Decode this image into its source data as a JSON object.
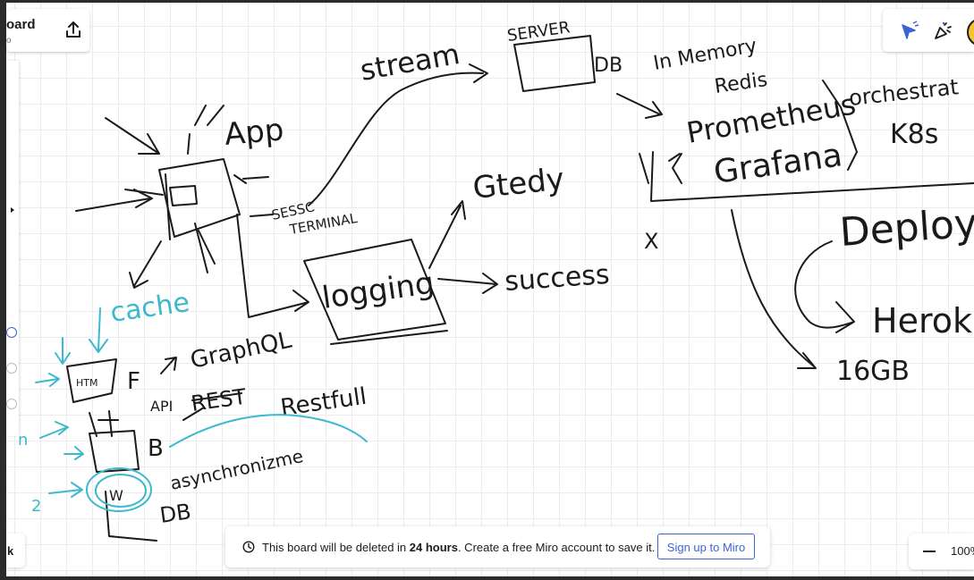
{
  "board": {
    "title": "oard",
    "subtitle": "o"
  },
  "notice": {
    "text_before": "This board will be deleted in ",
    "text_bold": "24 hours",
    "text_after": ". Create a free Miro account to save it.",
    "signup_label": "Sign up to Miro"
  },
  "zoom": {
    "value": "100%"
  },
  "bottom_left": {
    "label": "k"
  },
  "canvas": {
    "handwriting": [
      "stream",
      "SERVER",
      "DB",
      "In Memory",
      "Redis",
      "App",
      "SESSC",
      "TERMINAL",
      "Prometheus",
      "Grafana",
      "orchestrat",
      "K8s",
      "Gtedy",
      "logging",
      "success",
      "X",
      "Deploy",
      "Heroku",
      "16GB",
      "cache",
      "HTM",
      "F",
      "GraphQL",
      "API",
      "REST",
      "Restfull",
      "B",
      "asynchronizme",
      "DB",
      "2",
      "n"
    ]
  },
  "colors": {
    "ink": "#1a1a1a",
    "blue_ink": "#3db8cc",
    "accent": "#3c63d6",
    "avatar": "#f4c430"
  },
  "icons": [
    "share-upload-icon",
    "cursor-select-icon",
    "reactions-icon",
    "clock-icon",
    "minus-icon"
  ]
}
